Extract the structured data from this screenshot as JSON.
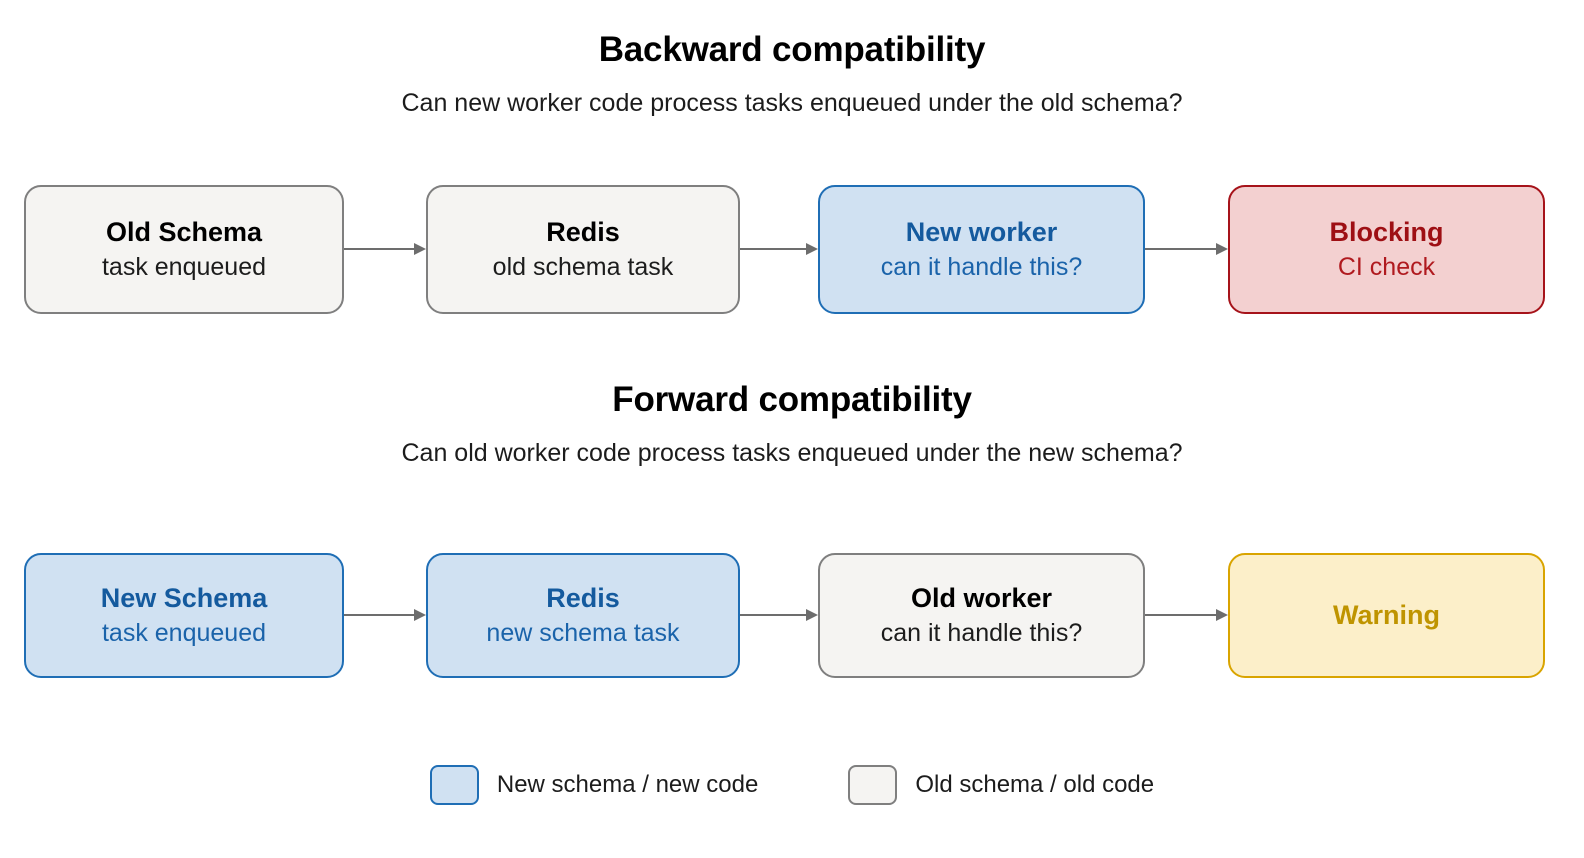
{
  "colors": {
    "blue_fill": "#d0e1f2",
    "blue_stroke": "#1f6eb5",
    "blue_text": "#145a9e",
    "gray_fill": "#f5f4f2",
    "gray_stroke": "#7f7f7f",
    "red_fill": "#f3d0d0",
    "red_stroke": "#a6131a",
    "red_text": "#9e0f14",
    "yellow_fill": "#fcefc9",
    "yellow_stroke": "#d9a400",
    "yellow_text": "#bf9400",
    "arrow": "#6d6d6d",
    "background": "#ffffff"
  },
  "sections": [
    {
      "title": "Backward compatibility",
      "subtitle": "Can new worker code process tasks enqueued under the old schema?",
      "nodes": [
        {
          "title": "Old Schema",
          "sub": "task enqueued",
          "style": "gray"
        },
        {
          "title": "Redis",
          "sub": "old schema task",
          "style": "gray"
        },
        {
          "title": "New worker",
          "sub": "can it handle this?",
          "style": "blue"
        },
        {
          "title": "Blocking",
          "sub": "CI check",
          "style": "red"
        }
      ]
    },
    {
      "title": "Forward compatibility",
      "subtitle": "Can old worker code process tasks enqueued under the new schema?",
      "nodes": [
        {
          "title": "New Schema",
          "sub": "task enqueued",
          "style": "blue"
        },
        {
          "title": "Redis",
          "sub": "new schema task",
          "style": "blue"
        },
        {
          "title": "Old worker",
          "sub": "can it handle this?",
          "style": "gray"
        },
        {
          "title": "Warning",
          "sub": "",
          "style": "yellow"
        }
      ]
    }
  ],
  "legend": {
    "items": [
      {
        "label": "New schema / new code",
        "style": "blue"
      },
      {
        "label": "Old schema / old code",
        "style": "gray"
      }
    ]
  }
}
